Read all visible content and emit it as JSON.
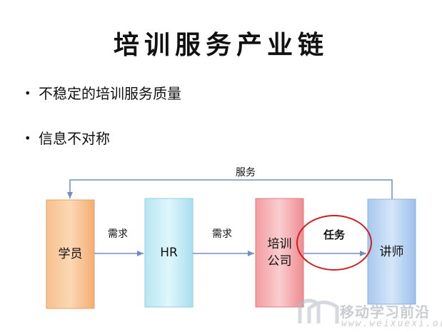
{
  "slide": {
    "title": "培训服务产业链",
    "bullets": [
      "不稳定的培训服务质量",
      "信息不对称"
    ]
  },
  "diagram": {
    "nodes": {
      "student": {
        "label": "学员",
        "color": "#f7b985"
      },
      "hr": {
        "label": "HR",
        "color": "#c6ecf6"
      },
      "company": {
        "label_line1": "培训",
        "label_line2": "公司",
        "color": "#f4a5a8"
      },
      "teacher": {
        "label": "讲师",
        "color": "#bdd6f3"
      }
    },
    "edges": {
      "student_to_hr": "需求",
      "hr_to_company": "需求",
      "company_to_teacher": "任务",
      "teacher_to_student": "服务"
    },
    "highlight_color": "#cc2020"
  },
  "watermark": {
    "logo_text_cn": "移动学习前沿",
    "url_text": "www.weixuexi.org"
  }
}
